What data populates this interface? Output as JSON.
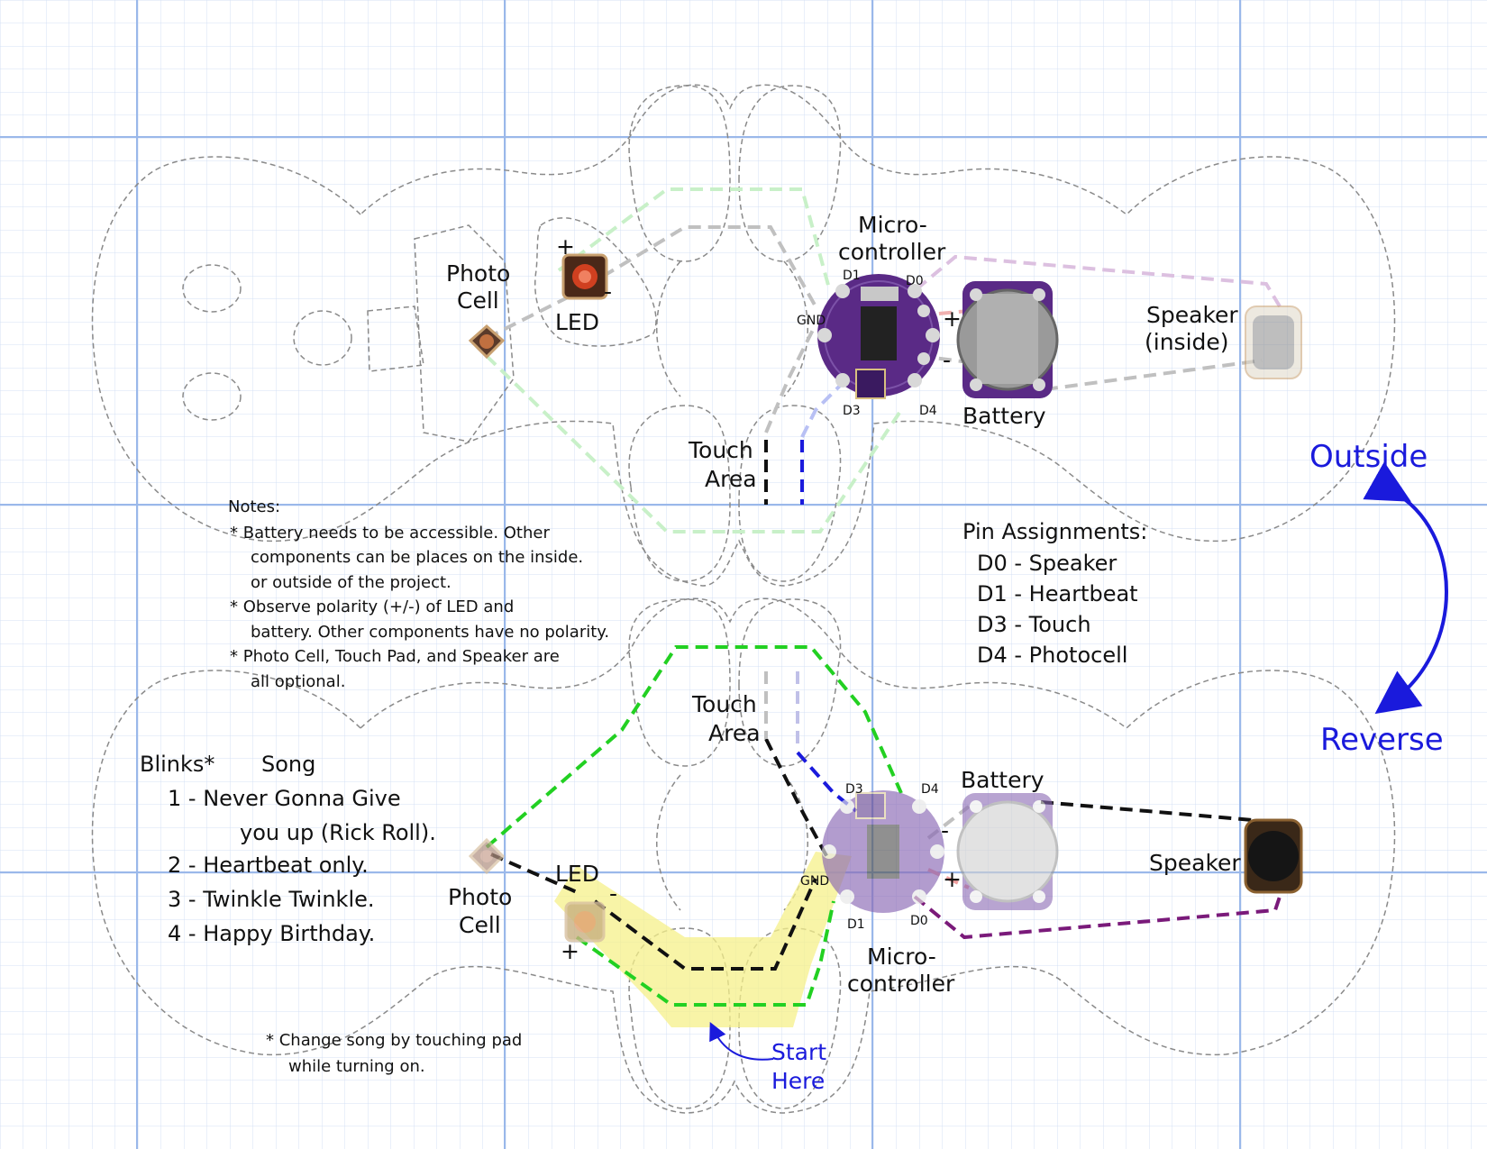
{
  "colors": {
    "grid_minor": "#d4e0f4",
    "grid_major": "#9ab8ea",
    "outline": "#8a8a8a",
    "wire_green": "#22d022",
    "wire_black": "#111111",
    "wire_blue": "#1a1adc",
    "wire_purple": "#7a1a7a",
    "wire_gray": "#9a9a9a",
    "wire_pink": "#f0a0a0",
    "board_purple": "#5a2a86",
    "highlight": "#f6f08a",
    "annotation_blue": "#1a1adc"
  },
  "top_view": {
    "photo_cell": [
      "Photo",
      "Cell"
    ],
    "led": "LED",
    "led_plus": "+",
    "led_minus": "-",
    "micro": [
      "Micro-",
      "controller"
    ],
    "pins": {
      "d1": "D1",
      "d0": "D0",
      "gnd": "GND",
      "d3": "D3",
      "d4": "D4"
    },
    "batt_plus": "+",
    "batt_minus": "-",
    "battery": "Battery",
    "speaker": [
      "Speaker",
      "(inside)"
    ],
    "touch": [
      "Touch",
      "Area"
    ]
  },
  "bottom_view": {
    "touch": [
      "Touch",
      "Area"
    ],
    "pins": {
      "d3": "D3",
      "d4": "D4",
      "gnd": "GND",
      "d1": "D1",
      "d0": "D0"
    },
    "battery": "Battery",
    "batt_minus": "-",
    "batt_plus": "+",
    "speaker": "Speaker",
    "led": "LED",
    "led_minus": "-",
    "led_plus": "+",
    "photo_cell": [
      "Photo",
      "Cell"
    ],
    "micro": [
      "Micro-",
      "controller"
    ],
    "start": [
      "Start",
      "Here"
    ]
  },
  "notes": {
    "title": "Notes:",
    "lines": [
      "* Battery needs to be accessible. Other",
      "components can be places on the inside.",
      "or outside of the project.",
      "* Observe polarity (+/-) of LED and",
      "battery. Other components have no polarity.",
      "* Photo Cell, Touch Pad, and Speaker are",
      "all optional."
    ]
  },
  "pin_assignments": {
    "title": "Pin Assignments:",
    "items": [
      "D0 - Speaker",
      "D1 - Heartbeat",
      "D3 - Touch",
      "D4 - Photocell"
    ]
  },
  "songs": {
    "header_blinks": "Blinks*",
    "header_song": "Song",
    "items": [
      "1 - Never Gonna Give",
      "you up (Rick Roll).",
      "2 - Heartbeat only.",
      "3 - Twinkle Twinkle.",
      "4 - Happy Birthday."
    ],
    "footnote": [
      "* Change song by touching pad",
      "while turning on."
    ]
  },
  "side_labels": {
    "outside": "Outside",
    "reverse": "Reverse"
  }
}
